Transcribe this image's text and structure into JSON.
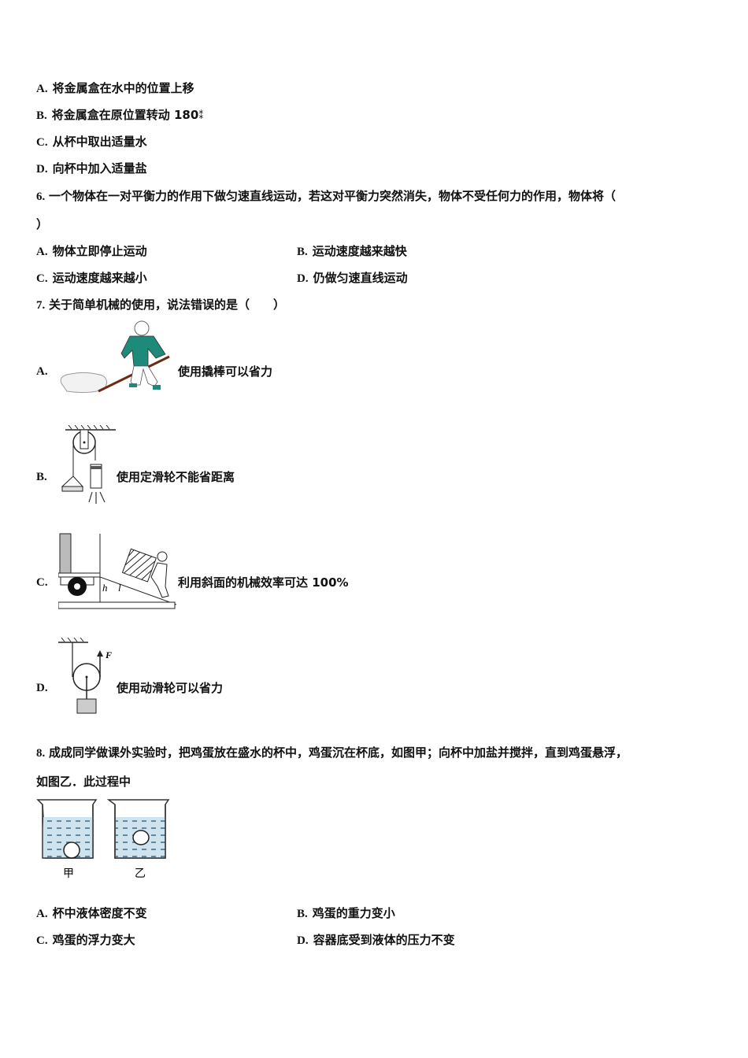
{
  "q5_options": [
    {
      "label": "A.",
      "text": "将金属盒在水中的位置上移"
    },
    {
      "label": "B.",
      "text": "将金属盒在原位置转动 180",
      "suffix": "⁑"
    },
    {
      "label": "C.",
      "text": "从杯中取出适量水"
    },
    {
      "label": "D.",
      "text": "向杯中加入适量盐"
    }
  ],
  "q6": {
    "number": "6.",
    "stem_line1": "一个物体在一对平衡力的作用下做匀速直线运动，若这对平衡力突然消失，物体不受任何力的作用，物体将（",
    "stem_line2": "）",
    "options": [
      {
        "label": "A.",
        "text": "物体立即停止运动"
      },
      {
        "label": "B.",
        "text": "运动速度越来越快"
      },
      {
        "label": "C.",
        "text": "运动速度越来越小"
      },
      {
        "label": "D.",
        "text": "仍做匀速直线运动"
      }
    ]
  },
  "q7": {
    "number": "7.",
    "stem": "关于简单机械的使用，说法错误的是（　　）",
    "options": [
      {
        "label": "A.",
        "text": "使用撬棒可以省力",
        "figure": "crowbar-figure"
      },
      {
        "label": "B.",
        "text": "使用定滑轮不能省距离",
        "figure": "fixed-pulley-figure"
      },
      {
        "label": "C.",
        "text": "利用斜面的机械效率可达 100%",
        "figure": "inclined-plane-figure",
        "fig_labels": {
          "h": "h",
          "l": "l"
        }
      },
      {
        "label": "D.",
        "text": "使用动滑轮可以省力",
        "figure": "movable-pulley-figure",
        "fig_labels": {
          "force": "F"
        }
      }
    ]
  },
  "q8": {
    "number": "8.",
    "stem_line1": "成成同学做课外实验时，把鸡蛋放在盛水的杯中，鸡蛋沉在杯底，如图甲；向杯中加盐并搅拌，直到鸡蛋悬浮，",
    "stem_line2": "如图乙．此过程中",
    "figure_labels": [
      "甲",
      "乙"
    ],
    "options": [
      {
        "label": "A.",
        "text": "杯中液体密度不变"
      },
      {
        "label": "B.",
        "text": "鸡蛋的重力变小"
      },
      {
        "label": "C.",
        "text": "鸡蛋的浮力变大"
      },
      {
        "label": "D.",
        "text": "容器底受到液体的压力不变"
      }
    ]
  },
  "colors": {
    "text": "#111111",
    "water": "#cfe3ee",
    "shirt": "#1e8a7a",
    "rod": "#6b2a14"
  }
}
